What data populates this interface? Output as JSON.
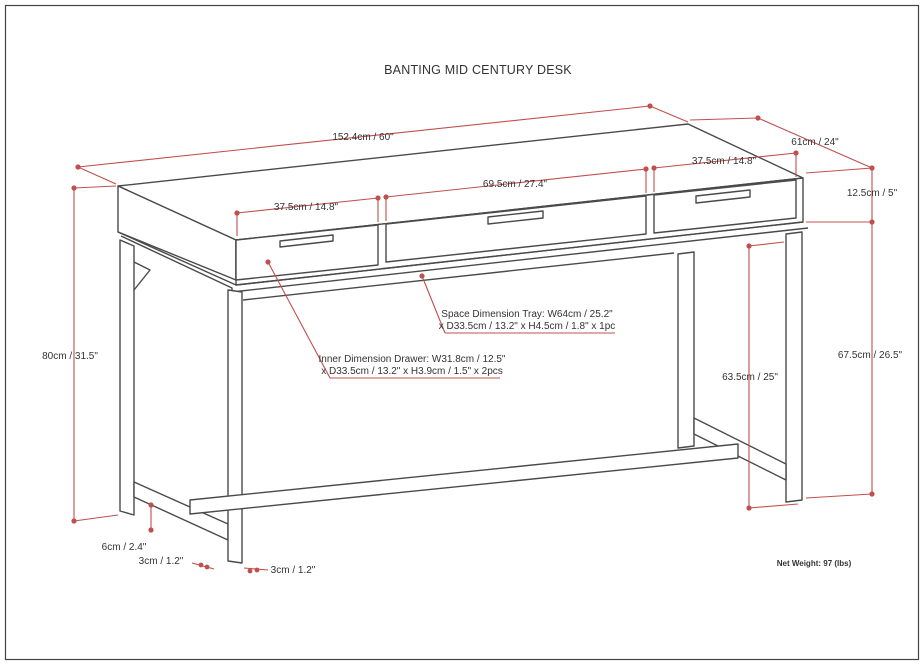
{
  "title": "BANTING MID CENTURY DESK",
  "colors": {
    "dimension": "#c0504d",
    "outline": "#4a4a4a",
    "text": "#333333"
  },
  "dimensions": {
    "overall_width": "152.4cm / 60\"",
    "depth": "61cm / 24\"",
    "drawer_left_width": "37.5cm / 14.8\"",
    "drawer_center_width": "69.5cm / 27.4\"",
    "drawer_right_width": "37.5cm / 14.8\"",
    "apron_height": "12.5cm / 5\"",
    "overall_height": "80cm / 31.5\"",
    "leg_height": "67.5cm / 26.5\"",
    "knee_clearance": "63.5cm / 25\"",
    "foot_height": "6cm / 2.4\"",
    "leg_thickness_left": "3cm / 1.2\"",
    "leg_thickness_right": "3cm / 1.2\""
  },
  "notes": {
    "tray_line1": "Space Dimension Tray: W64cm / 25.2\"",
    "tray_line2": "x D33.5cm / 13.2\" x H4.5cm / 1.8\" x 1pc",
    "drawer_line1": "Inner Dimension Drawer: W31.8cm / 12.5\"",
    "drawer_line2": "x D33.5cm / 13.2\" x H3.9cm / 1.5\" x 2pcs"
  },
  "net_weight": "Net Weight:  97 (lbs)"
}
